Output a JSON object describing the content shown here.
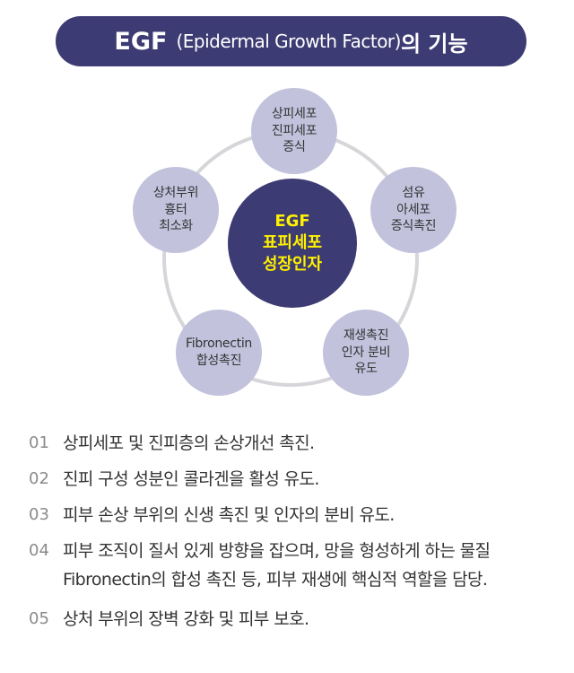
{
  "title": {
    "main": "EGF",
    "sub": "(Epidermal Growth Factor)",
    "tail": "의 기능"
  },
  "center": {
    "lines": [
      "EGF",
      "표피세포",
      "성장인자"
    ],
    "text_color": "#fff100",
    "bg_color": "#3d3b73"
  },
  "nodes": [
    {
      "lines": [
        "상피세포",
        "진피세포",
        "증식"
      ]
    },
    {
      "lines": [
        "섬유",
        "아세포",
        "증식촉진"
      ]
    },
    {
      "lines": [
        "재생촉진",
        "인자 분비",
        "유도"
      ]
    },
    {
      "lines": [
        "Fibronectin",
        "합성촉진"
      ]
    },
    {
      "lines": [
        "상처부위",
        "흉터",
        "최소화"
      ]
    }
  ],
  "list": [
    {
      "num": "01",
      "text": "상피세포 및 진피층의 손상개선 촉진."
    },
    {
      "num": "02",
      "text": "진피 구성 성분인 콜라겐을 활성 유도."
    },
    {
      "num": "03",
      "text": "피부 손상 부위의 신생 촉진 및 인자의 분비 유도."
    },
    {
      "num": "04",
      "text": "피부 조직이 질서 있게 방향을 잡으며, 망을 형성하게 하는 물질\nFibronectin의 합성 촉진 등, 피부 재생에 핵심적 역할을 담당."
    },
    {
      "num": "05",
      "text": "상처 부위의 장벽 강화 및 피부 보호."
    }
  ]
}
